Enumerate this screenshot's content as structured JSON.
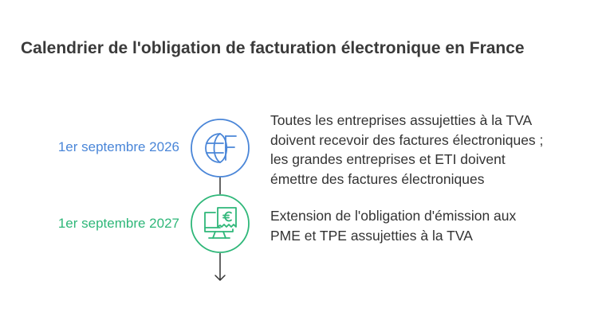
{
  "title": "Calendrier de l'obligation de facturation électronique en France",
  "colors": {
    "blue": "#4a86d8",
    "green": "#2fb779",
    "text": "#333333",
    "line": "#333333"
  },
  "milestones": [
    {
      "date": "1er septembre 2026",
      "icon": "globe-currency-icon",
      "description_lines": [
        "Toutes les entreprises assujetties à la TVA",
        "doivent recevoir des factures électroniques ;",
        "les grandes entreprises et ETI doivent",
        "émettre des factures électroniques"
      ]
    },
    {
      "date": "1er septembre 2027",
      "icon": "computer-euro-invoice-icon",
      "description_lines": [
        "Extension de l'obligation d'émission aux",
        "PME et TPE assujetties à la TVA"
      ]
    }
  ]
}
